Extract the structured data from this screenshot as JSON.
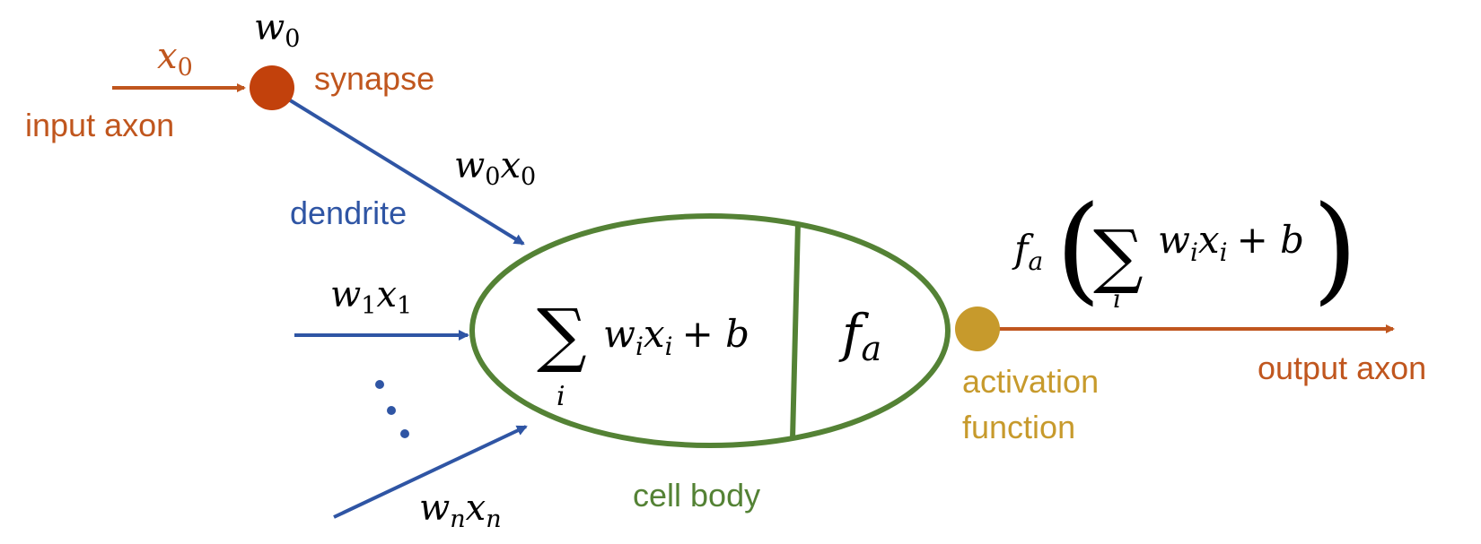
{
  "colors": {
    "orange": "#c0561e",
    "synapse": "#c2410c",
    "blue": "#2f55a4",
    "green": "#548235",
    "gold": "#c79a2c",
    "black": "#000000"
  },
  "labels": {
    "x0": "x",
    "x0_sub": "0",
    "w0": "w",
    "w0_sub": "0",
    "synapse": "synapse",
    "input_axon": "input axon",
    "dendrite": "dendrite",
    "w0x0_w": "w",
    "w0x0_wsub": "0",
    "w0x0_x": "x",
    "w0x0_xsub": "0",
    "w1x1_w": "w",
    "w1x1_wsub": "1",
    "w1x1_x": "x",
    "w1x1_xsub": "1",
    "wnxn_w": "w",
    "wnxn_wsub": "n",
    "wnxn_x": "x",
    "wnxn_xsub": "n",
    "cell_body": "cell body",
    "activation_line1": "activation",
    "activation_line2": "function",
    "output_axon": "output axon"
  },
  "formulas": {
    "sum_symbol": "∑",
    "sum_index": "i",
    "sum_w": "w",
    "sum_x": "x",
    "sum_sub": "i",
    "plus_b": "+ b",
    "fa_f": "f",
    "fa_sub": "a",
    "out_f": "f",
    "out_sub": "a",
    "out_open": "(",
    "out_close": ")"
  }
}
